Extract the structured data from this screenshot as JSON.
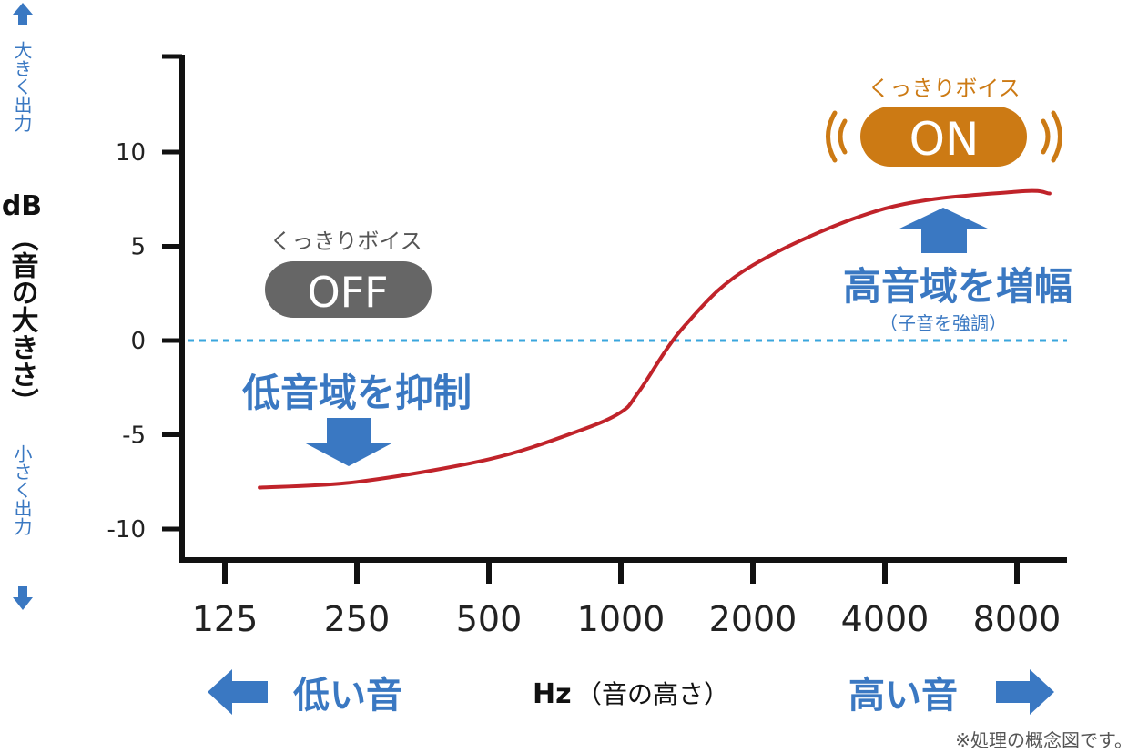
{
  "colors": {
    "axis": "#111111",
    "curve": "#c0232a",
    "zero_line": "#3aa6dd",
    "blue": "#3a78c2",
    "on": "#cc7a14",
    "off": "#666666",
    "text": "#222222",
    "note": "#555555"
  },
  "y_axis": {
    "unit": "dB",
    "unit_desc": "（音の大きさ）",
    "up_label": "大きく出力",
    "down_label": "小さく出力"
  },
  "x_axis": {
    "unit": "Hz",
    "unit_desc": "（音の高さ）",
    "low_label": "低い音",
    "high_label": "高い音"
  },
  "off_badge": {
    "caption": "くっきりボイス",
    "label": "OFF"
  },
  "on_badge": {
    "caption": "くっきりボイス",
    "label": "ON"
  },
  "annotations": {
    "low_cut": "低音域を抑制",
    "high_boost": "高音域を増幅",
    "high_boost_sub": "（子音を強調）"
  },
  "footnote": "※処理の概念図です。",
  "chart_data": {
    "type": "line",
    "x_scale": "log2",
    "categories": [
      "125",
      "250",
      "500",
      "1000",
      "2000",
      "4000",
      "8000"
    ],
    "y_ticks": [
      10,
      5,
      0,
      -5,
      -10
    ],
    "ylim": [
      -12,
      15
    ],
    "reference_line": {
      "y": 0,
      "style": "dotted"
    },
    "grid": false,
    "series": [
      {
        "x": [
          150,
          250,
          500,
          800,
          1000,
          1100,
          1400,
          2000,
          4000,
          8000,
          9500
        ],
        "y": [
          -7.8,
          -7.5,
          -6.3,
          -4.8,
          -3.8,
          -2.7,
          0.8,
          4.0,
          7.0,
          7.9,
          7.8
        ]
      }
    ]
  }
}
